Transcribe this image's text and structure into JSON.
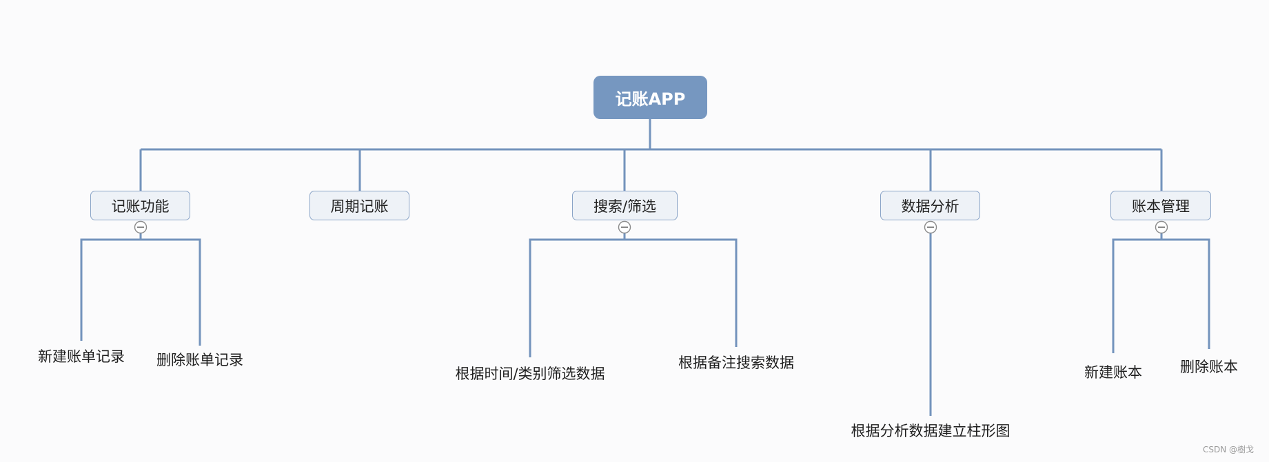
{
  "root": {
    "label": "记账APP"
  },
  "branches": [
    {
      "label": "记账功能",
      "children": [
        "新建账单记录",
        "删除账单记录"
      ]
    },
    {
      "label": "周期记账",
      "children": []
    },
    {
      "label": "搜索/筛选",
      "children": [
        "根据时间/类别筛选数据",
        "根据备注搜索数据"
      ]
    },
    {
      "label": "数据分析",
      "children": [
        "根据分析数据建立柱形图"
      ]
    },
    {
      "label": "账本管理",
      "children": [
        "新建账本",
        "删除账本"
      ]
    }
  ],
  "watermark": "CSDN @樹戈",
  "colors": {
    "root_fill": "#7697c0",
    "connector": "#7393bc",
    "branch_fill": "#eef2f7",
    "branch_border": "#8aa4c7"
  },
  "icons": {
    "collapse": "collapse-minus-icon"
  }
}
